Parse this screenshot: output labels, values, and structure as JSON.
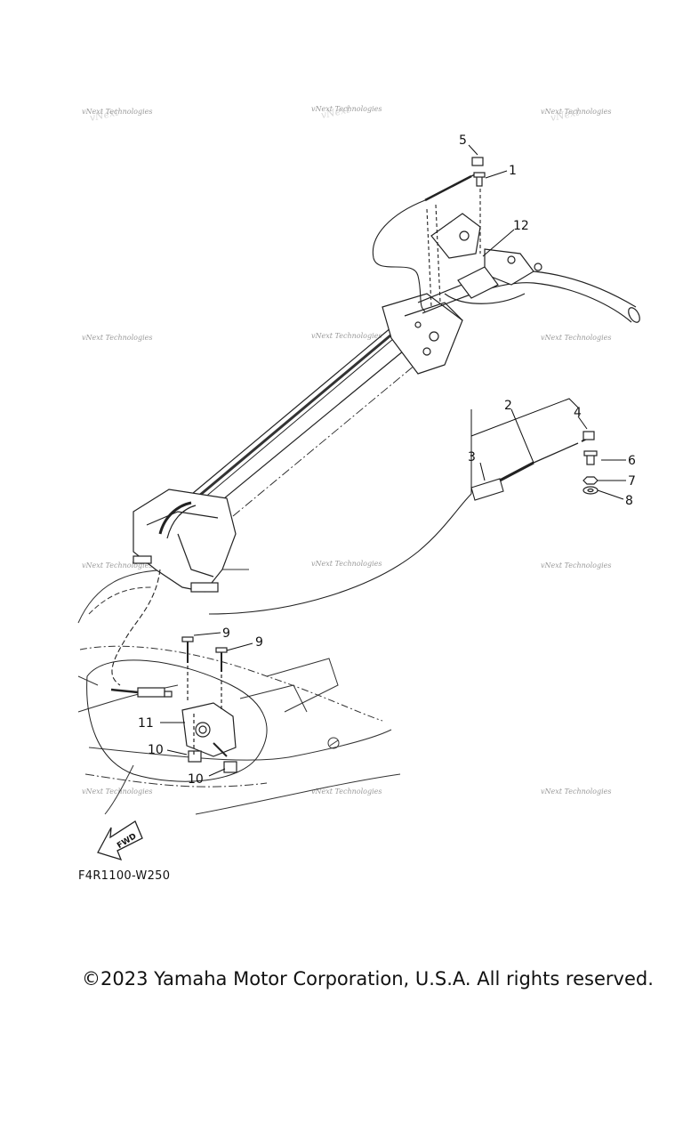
{
  "diagram": {
    "callouts": [
      "5",
      "1",
      "12",
      "2",
      "4",
      "3",
      "6",
      "7",
      "8",
      "9",
      "9",
      "11",
      "10",
      "10"
    ],
    "arrow_label": "FWD",
    "part_code": "F4R1100-W250"
  },
  "watermark": {
    "text": "vNext Technologies"
  },
  "footer": {
    "copyright": "©2023 Yamaha Motor Corporation, U.S.A. All rights reserved."
  }
}
